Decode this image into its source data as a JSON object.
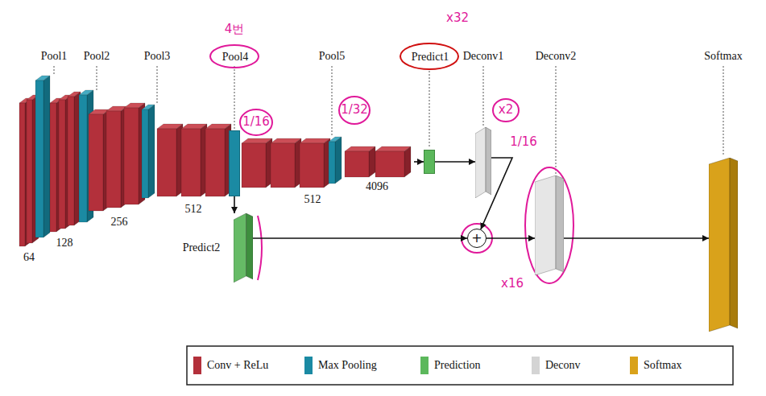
{
  "diagram": {
    "nodes": [
      {
        "text": [
          "4096"
        ]
      },
      {
        "text": [
          "Predict1"
        ]
      },
      {
        "text": [
          "Deconv1"
        ]
      },
      {
        "text": [
          "Pool4"
        ]
      },
      {
        "text": [
          "Predict2"
        ]
      },
      {
        "text": [
          "+"
        ]
      },
      {
        "text": [
          "Deconv2"
        ]
      },
      {
        "text": [
          "Softmax"
        ]
      }
    ],
    "edges": [
      {
        "from": 0,
        "to": 1,
        "arrow": "to"
      },
      {
        "from": 1,
        "to": 2,
        "arrow": "to"
      },
      {
        "from": 2,
        "to": 5,
        "arrow": "to"
      },
      {
        "from": 3,
        "to": 4,
        "arrow": "to"
      },
      {
        "from": 4,
        "to": 5,
        "arrow": "to"
      },
      {
        "from": 5,
        "to": 6,
        "arrow": "to"
      },
      {
        "from": 6,
        "to": 7,
        "arrow": "to"
      }
    ],
    "labels": [
      "Pool1",
      "Pool2",
      "Pool3",
      "Pool5",
      "64",
      "128",
      "256",
      "512",
      "512",
      "4번",
      "1/16",
      "1/32",
      "x32",
      "x2",
      "1/16",
      "x16"
    ],
    "legend": [
      {
        "text": "Conv + ReLu",
        "color": "#b3303b"
      },
      {
        "text": "Max Pooling",
        "color": "#1b8aa3"
      },
      {
        "text": "Prediction",
        "color": "#5cb85c"
      },
      {
        "text": "Deconv",
        "color": "#d4d4d4"
      },
      {
        "text": "Softmax",
        "color": "#d9a21b"
      }
    ]
  }
}
